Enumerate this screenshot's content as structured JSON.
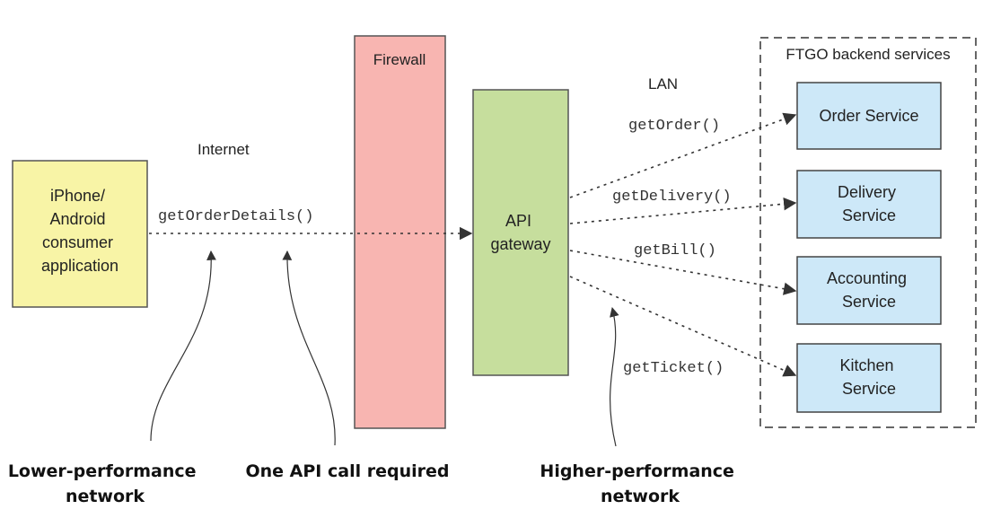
{
  "colors": {
    "client_fill": "#f8f4a6",
    "client_stroke": "#555555",
    "firewall_fill": "#f8b5b1",
    "firewall_stroke": "#555555",
    "gateway_fill": "#c6de9d",
    "gateway_stroke": "#555555",
    "service_fill": "#cde8f8",
    "service_stroke": "#444444",
    "arrow": "#333333"
  },
  "client": {
    "lines": [
      "iPhone/",
      "Android",
      "consumer",
      "application"
    ]
  },
  "firewall": {
    "label": "Firewall"
  },
  "gateway": {
    "lines": [
      "API",
      "gateway"
    ]
  },
  "network_labels": {
    "internet": "Internet",
    "lan": "LAN"
  },
  "backend": {
    "title": "FTGO backend services",
    "services": [
      {
        "lines": [
          "Order Service"
        ]
      },
      {
        "lines": [
          "Delivery",
          "Service"
        ]
      },
      {
        "lines": [
          "Accounting",
          "Service"
        ]
      },
      {
        "lines": [
          "Kitchen",
          "Service"
        ]
      }
    ]
  },
  "calls": {
    "client_call": "getOrderDetails()",
    "gateway_calls": [
      "getOrder()",
      "getDelivery()",
      "getBill()",
      "getTicket()"
    ]
  },
  "annotations": {
    "lower": [
      "Lower-performance",
      "network"
    ],
    "one_call": [
      "One API call required"
    ],
    "higher": [
      "Higher-performance",
      "network"
    ]
  }
}
